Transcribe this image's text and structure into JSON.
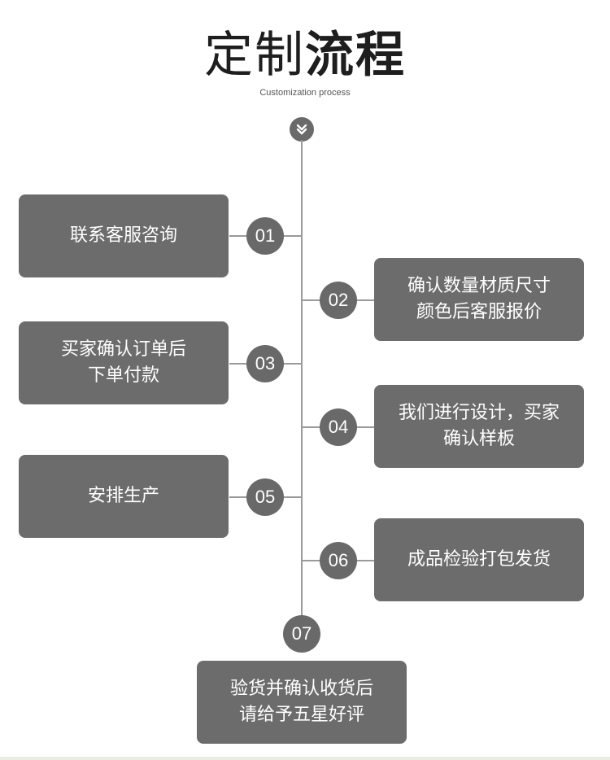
{
  "header": {
    "title_light": "定制",
    "title_bold": "流程",
    "subtitle": "Customization process"
  },
  "colors": {
    "box": "#6c6c6c",
    "circle": "#696969",
    "line": "#9a9a9a",
    "text_dark": "#1e1e1e"
  },
  "steps": [
    {
      "num": "01",
      "text": "联系客服咨询",
      "side": "left"
    },
    {
      "num": "02",
      "text": "确认数量材质尺寸\n颜色后客服报价",
      "side": "right"
    },
    {
      "num": "03",
      "text": "买家确认订单后\n下单付款",
      "side": "left"
    },
    {
      "num": "04",
      "text": "我们进行设计，买家\n确认样板",
      "side": "right"
    },
    {
      "num": "05",
      "text": "安排生产",
      "side": "left"
    },
    {
      "num": "06",
      "text": "成品检验打包发货",
      "side": "right"
    },
    {
      "num": "07",
      "text": "验货并确认收货后\n请给予五星好评",
      "side": "bottom"
    }
  ]
}
